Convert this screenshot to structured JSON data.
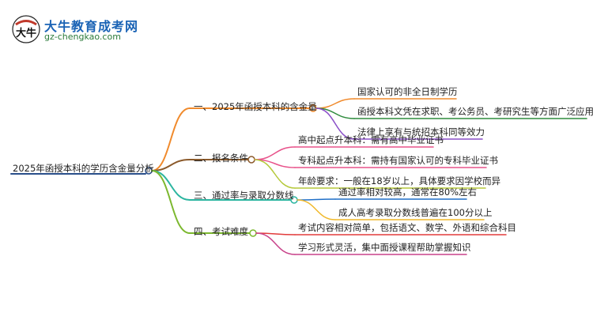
{
  "logo": {
    "badge_text": "大牛",
    "title": "大牛教育成考网",
    "url": "gz-chengkao.com"
  },
  "mindmap": {
    "root": "2025年函授本科的学历含金量分析",
    "branches": [
      {
        "label": "一、2025年函授本科的含金量",
        "color": "#f08a2c",
        "children": [
          {
            "label": "国家认可的非全日制学历",
            "color": "#f08a2c"
          },
          {
            "label": "函授本科文凭在求职、考公务员、考研究生等方面广泛应用",
            "color": "#2e8b3d"
          },
          {
            "label": "法律上享有与统招本科同等效力",
            "color": "#8a4fc8"
          }
        ]
      },
      {
        "label": "二、报名条件",
        "color": "#8b5a2b",
        "children": [
          {
            "label": "高中起点升本科：需有高中毕业证书",
            "color": "#e8528a"
          },
          {
            "label": "专科起点升本科：需持有国家认可的专科毕业证书",
            "color": "#e8528a"
          },
          {
            "label": "年龄要求：一般在18岁以上，具体要求因学校而异",
            "color": "#b5c93a"
          }
        ]
      },
      {
        "label": "三、通过率与录取分数线",
        "color": "#2bb5a0",
        "children": [
          {
            "label": "通过率相对较高，通常在80%左右",
            "color": "#1f6fc8"
          },
          {
            "label": "成人高考录取分数线普遍在100分以上",
            "color": "#f0b92c"
          }
        ]
      },
      {
        "label": "四、考试难度",
        "color": "#7cb82f",
        "children": [
          {
            "label": "考试内容相对简单，包括语文、数学、外语和综合科目",
            "color": "#e23b3b"
          },
          {
            "label": "学习形式灵活，集中面授课程帮助掌握知识",
            "color": "#c8428a"
          }
        ]
      }
    ]
  }
}
